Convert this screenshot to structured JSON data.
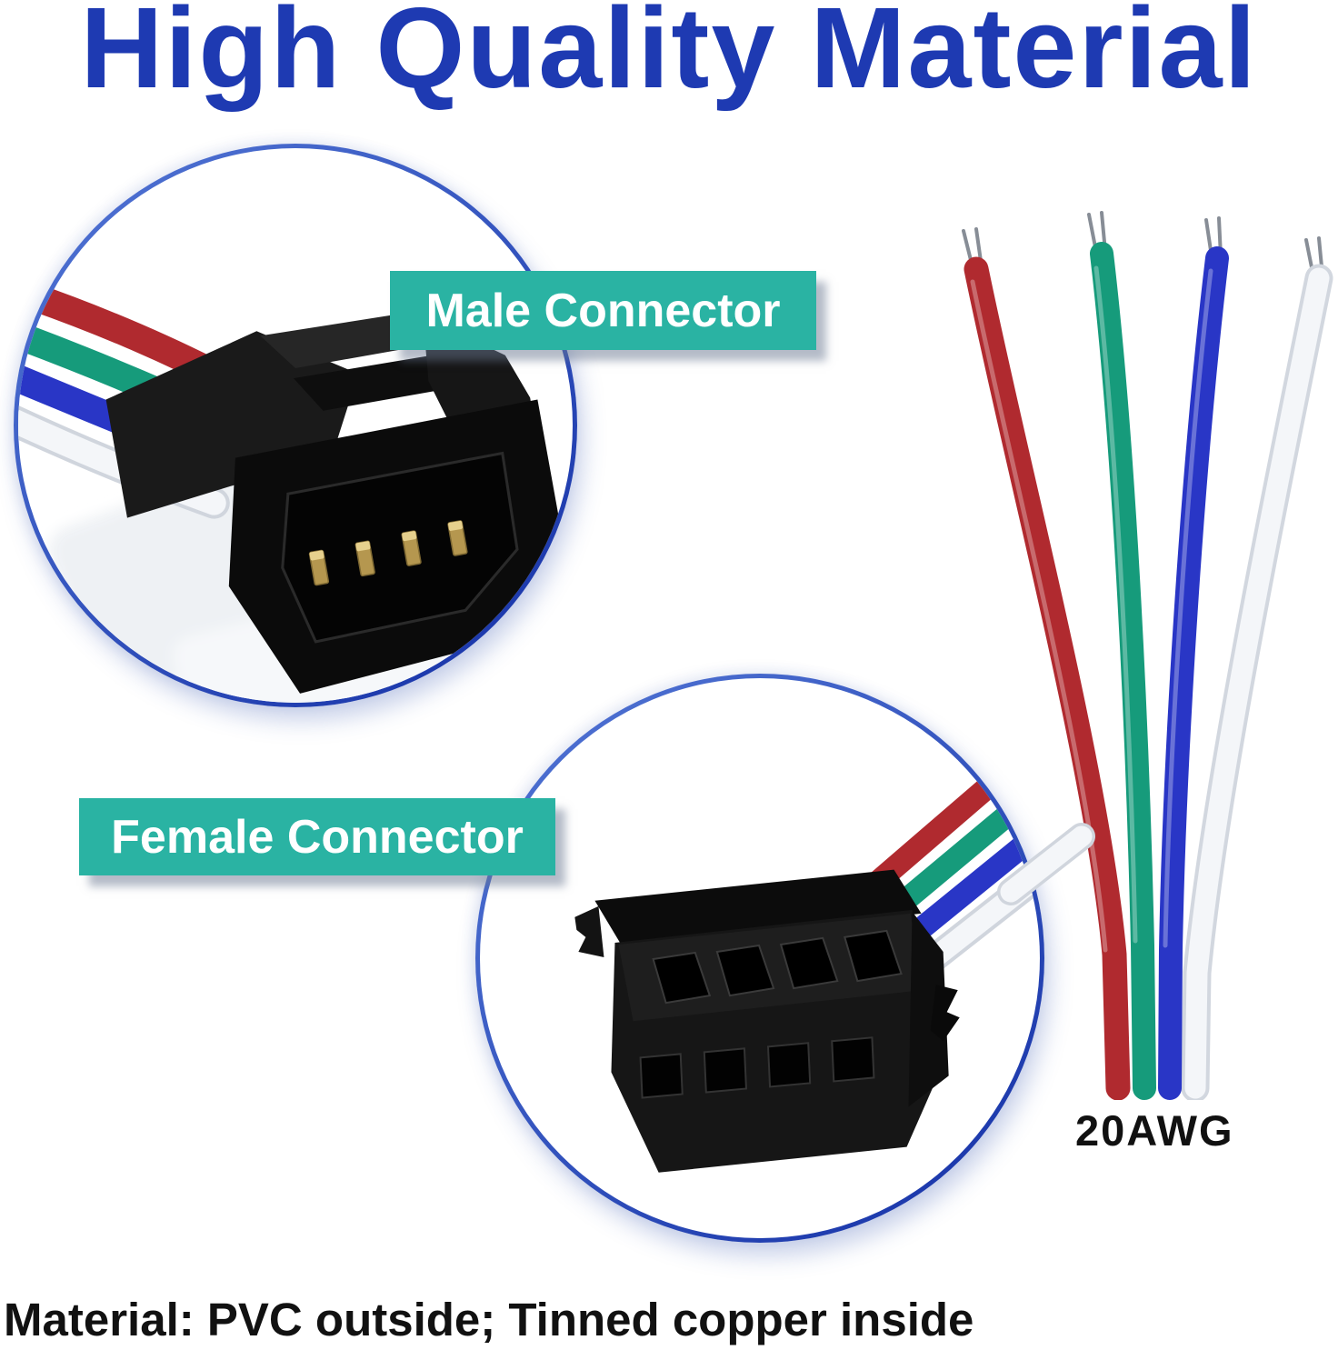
{
  "title": "High Quality Material",
  "sections": {
    "male_label": "Male Connector",
    "female_label": "Female Connector",
    "wire_gauge_label": "20AWG",
    "material_note": "Material: PVC outside; Tinned copper inside"
  },
  "photos": {
    "male": "4-pin black SM male plug connector with red, green, blue and white wires inside blue circle",
    "female": "4-pin black SM female socket connector with red, green, blue and white wires inside blue circle",
    "wires": "four stripped 20AWG wires (red, green, blue, white) with bare tinned copper strand tips"
  },
  "wires": [
    "red",
    "green",
    "blue",
    "white"
  ],
  "colors": {
    "title_blue": "#1e3ab2",
    "label_teal": "#2ab3a3",
    "label_text": "#ffffff",
    "ring_light": "#5377d6",
    "ring_dark": "#1430a6",
    "wire_red": "#b02a2f",
    "wire_green": "#169b7b",
    "wire_blue": "#2936c6",
    "wire_white": "#f4f6f9",
    "wire_white_edge": "#d0d5dd",
    "strand_gray": "#878d96",
    "connector_black": "#121212",
    "pin_gold": "#b5974f",
    "pin_gold_light": "#e6d08d",
    "text_black": "#111111"
  }
}
